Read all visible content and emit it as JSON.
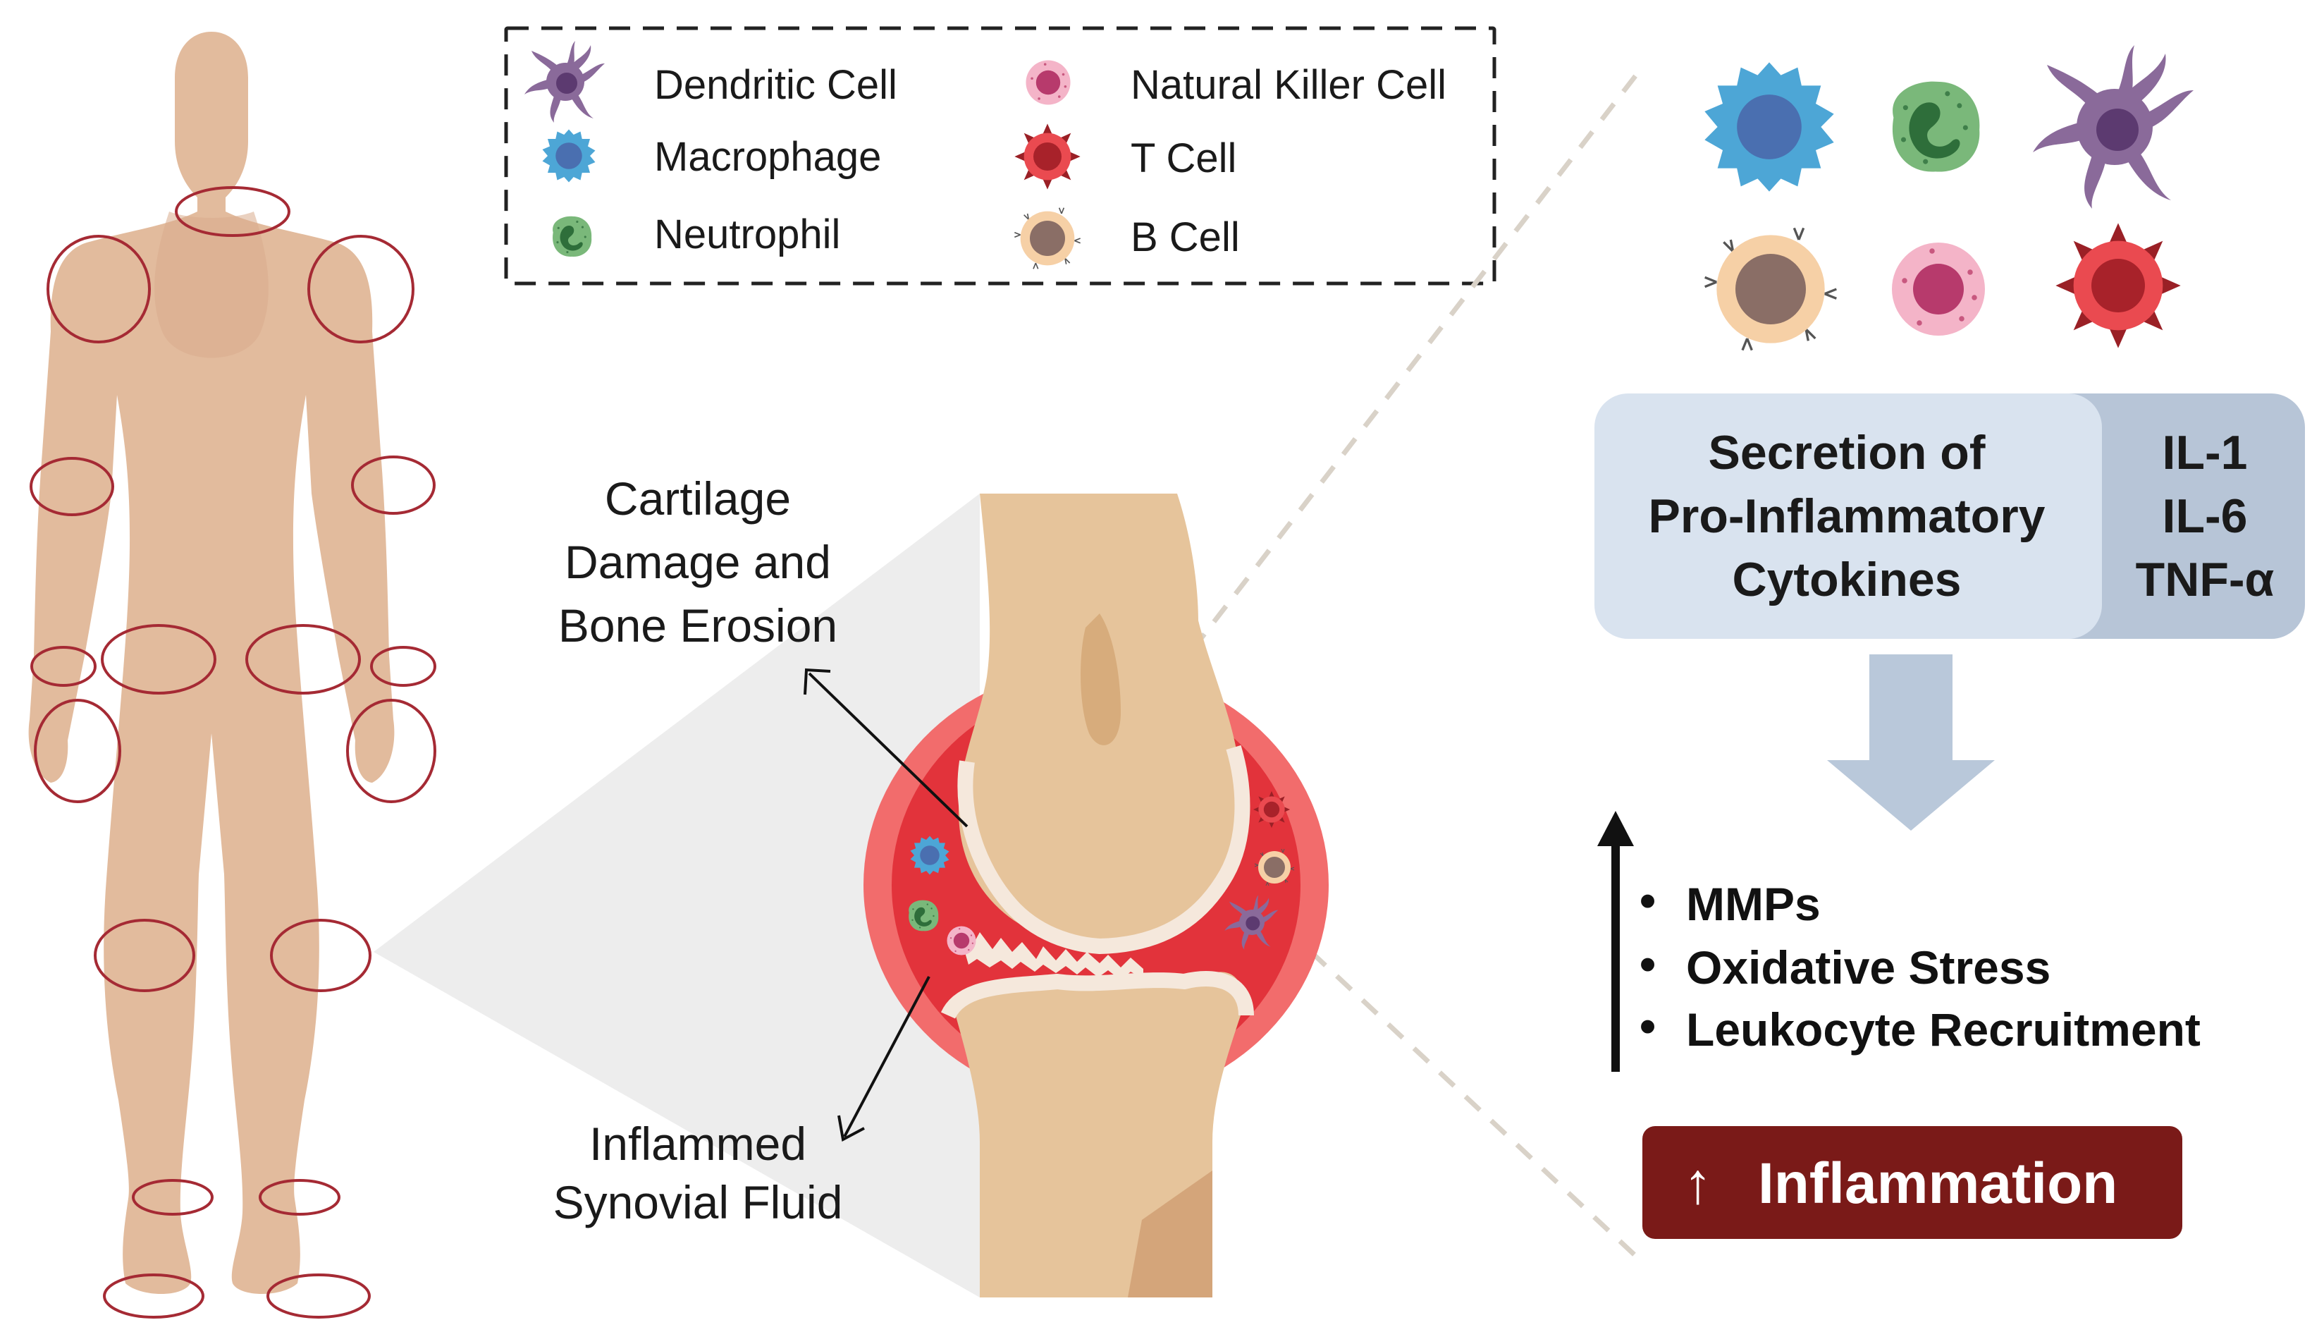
{
  "legend": {
    "items": [
      {
        "key": "dendritic",
        "label": "Dendritic Cell",
        "icon": "dendritic-cell-icon"
      },
      {
        "key": "macrophage",
        "label": "Macrophage",
        "icon": "macrophage-icon"
      },
      {
        "key": "neutrophil",
        "label": "Neutrophil",
        "icon": "neutrophil-icon"
      },
      {
        "key": "nk",
        "label": "Natural Killer Cell",
        "icon": "natural-killer-cell-icon"
      },
      {
        "key": "tcell",
        "label": "T Cell",
        "icon": "t-cell-icon"
      },
      {
        "key": "bcell",
        "label": "B Cell",
        "icon": "b-cell-icon"
      }
    ]
  },
  "joint": {
    "cartilage_label": [
      "Cartilage",
      "Damage and",
      "Bone Erosion"
    ],
    "fluid_label": [
      "Inflammed",
      "Synovial Fluid"
    ]
  },
  "cytokine_box": {
    "title_lines": [
      "Secretion of",
      "Pro-Inflammatory",
      "Cytokines"
    ],
    "cytokines": [
      "IL-1",
      "IL-6",
      "TNF-α"
    ]
  },
  "effects": {
    "bullet": "•",
    "items": [
      "MMPs",
      "Oxidative Stress",
      "Leukocyte Recruitment"
    ]
  },
  "inflammation": {
    "arrow": "↑",
    "label": "Inflammation"
  },
  "colors": {
    "skin": "#e3b99a",
    "skin_dark": "#d9ab8c",
    "joint_ring": "#a52a34",
    "bone": "#e6c49a",
    "synovium_outer": "#f0686a",
    "synovium_inner": "#e0343c",
    "cartilage": "#f6ece2",
    "box_light": "#d8e2ee",
    "box_dark": "#b6c4d6",
    "arrow_fill": "#b9c8da",
    "inflammation_bg": "#7b1a18",
    "dendritic": "#8a6a9a",
    "macrophage": "#4da6d6",
    "neutrophil": "#6aa66a",
    "nk": "#f4aac4",
    "tcell": "#e2393e",
    "bcell": "#f6d0a6"
  }
}
